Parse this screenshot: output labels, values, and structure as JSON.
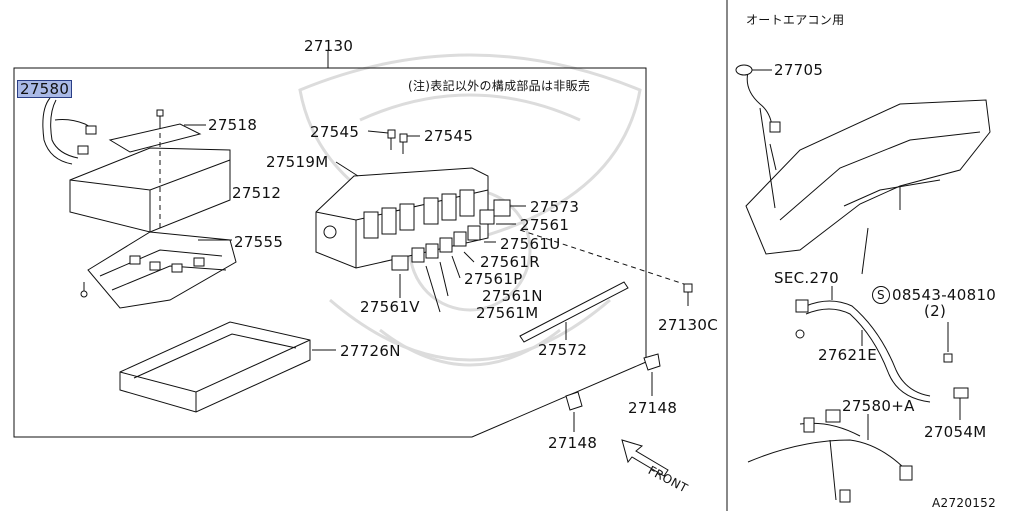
{
  "diagram": {
    "ref_code": "A2720152",
    "panel_note": "(注)表記以外の構成部品は非販売",
    "auto_ac_heading": "オートエアコン用",
    "front_label": "FRONT",
    "parts": {
      "p27130": "27130",
      "p27580": "27580",
      "p27518": "27518",
      "p27512": "27512",
      "p27555": "27555",
      "p27726N": "27726N",
      "p27545a": "27545",
      "p27545b": "27545",
      "p27519M": "27519M",
      "p27573": "27573",
      "p27561": "27561",
      "p27561U": "27561U",
      "p27561R": "27561R",
      "p27561P": "27561P",
      "p27561N": "27561N",
      "p27561M": "27561M",
      "p27561V": "27561V",
      "p27572": "27572",
      "p27130C": "27130C",
      "p27148a": "27148",
      "p27148b": "27148",
      "p27705": "27705",
      "sec270": "SEC.270",
      "bolt": "08543-40810",
      "bolt_qty": "(2)",
      "bolt_prefix": "S",
      "p27621E": "27621E",
      "p27580A": "27580+A",
      "p27054M": "27054M"
    }
  }
}
